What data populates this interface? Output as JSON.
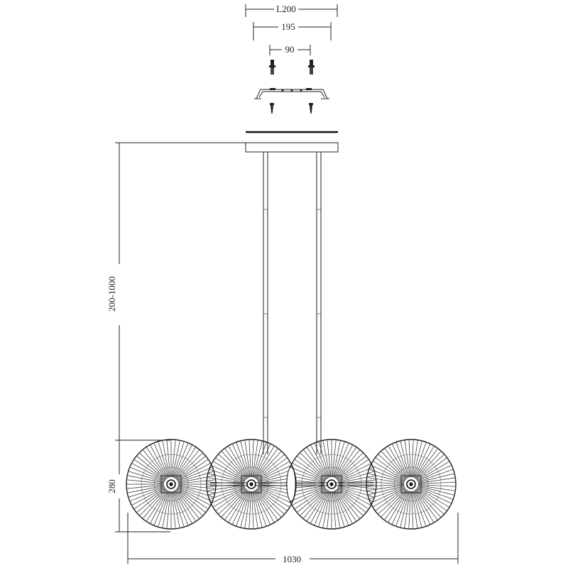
{
  "dimensions": {
    "mount_plate_length": "L200",
    "bracket_width": "195",
    "screw_spacing": "90",
    "drop_height": "200-1000",
    "shade_height": "280",
    "total_length": "1030"
  },
  "colors": {
    "line": "#222222",
    "background": "#ffffff"
  },
  "shade_count": 4
}
